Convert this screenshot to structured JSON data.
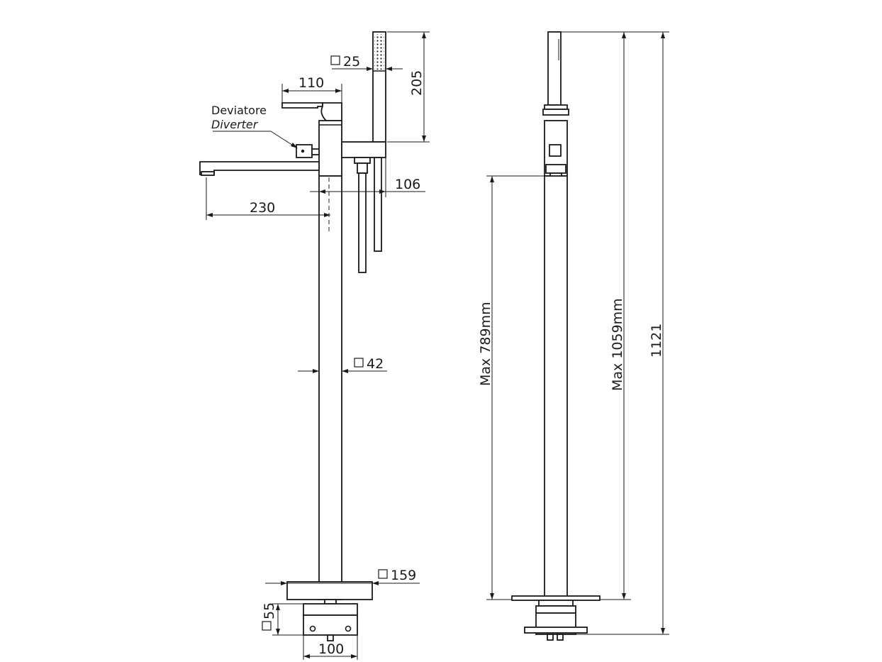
{
  "side_view": {
    "handshower_square": "25",
    "handshower_height": "205",
    "lever_length": "110",
    "diverter_label_it": "Deviatore",
    "diverter_label_en": "Diverter",
    "spout_offset": "106",
    "spout_reach": "230",
    "column_square": "42",
    "base_square": "159",
    "base_height": "55",
    "base_width": "100"
  },
  "front_view": {
    "max_spout_height": "Max 789mm",
    "max_column_height": "Max 1059mm",
    "total_height": "1121"
  }
}
